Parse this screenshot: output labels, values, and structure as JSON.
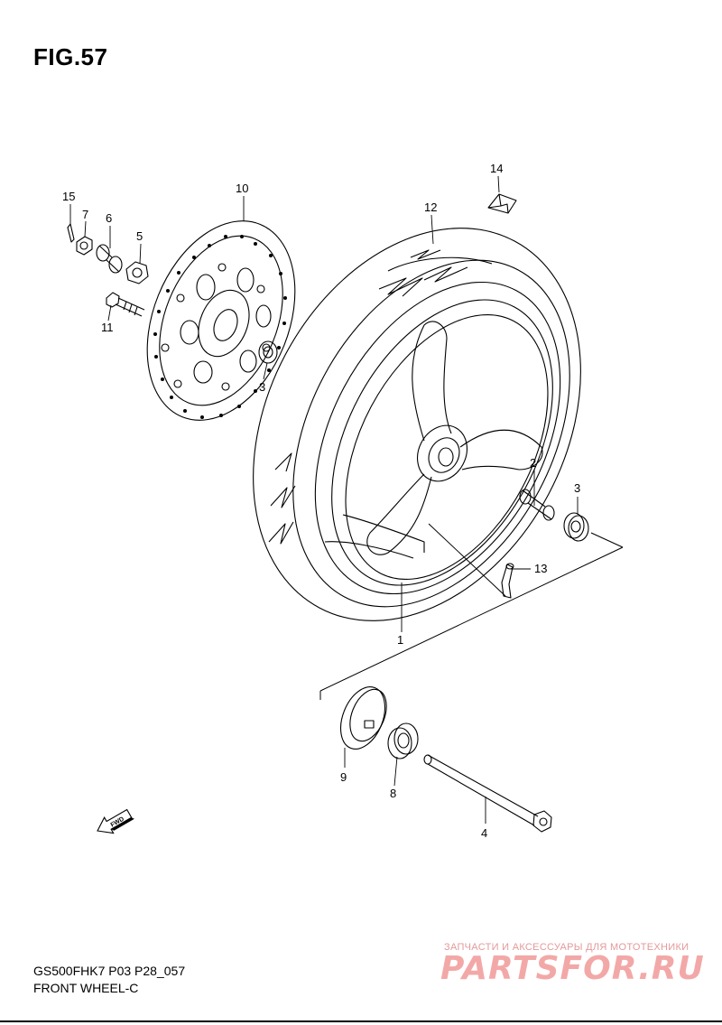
{
  "figure": {
    "title": "FIG.57"
  },
  "callouts": {
    "c1": "1",
    "c2": "2",
    "c3a": "3",
    "c3b": "3",
    "c4": "4",
    "c5": "5",
    "c6": "6",
    "c7": "7",
    "c8": "8",
    "c9": "9",
    "c10": "10",
    "c11": "11",
    "c12": "12",
    "c13": "13",
    "c14": "14",
    "c15": "15"
  },
  "fwd_badge": "FWD",
  "footer": {
    "model_code": "GS500FHK7 P03 P28_057",
    "part_title": "FRONT WHEEL-C"
  },
  "watermark": {
    "caption": "ЗАПЧАСТИ И АКСЕССУАРЫ ДЛЯ МОТОТЕХНИКИ",
    "logo": "PARTSFOR.RU"
  }
}
